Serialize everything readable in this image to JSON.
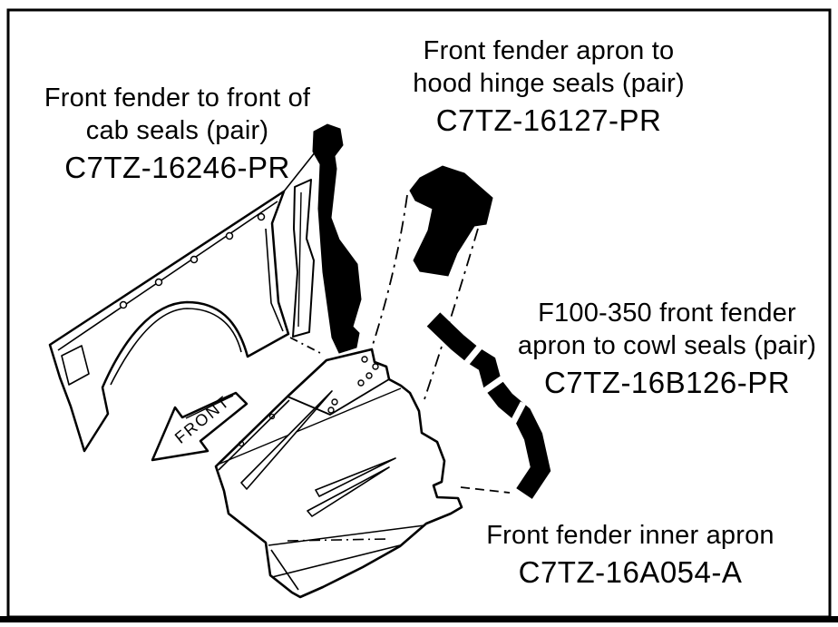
{
  "page": {
    "background_color": "#ffffff",
    "line_color": "#000000"
  },
  "labels": {
    "cab_seals": {
      "line1": "Front fender to front of",
      "line2": "cab seals (pair)",
      "part_number": "C7TZ-16246-PR"
    },
    "hood_hinge_seals": {
      "line1": "Front fender apron to",
      "line2": "hood hinge seals (pair)",
      "part_number": "C7TZ-16127-PR"
    },
    "cowl_seals": {
      "line1": "F100-350 front fender",
      "line2": "apron to cowl seals (pair)",
      "part_number": "C7TZ-16B126-PR"
    },
    "inner_apron": {
      "line1": "Front fender inner apron",
      "part_number": "C7TZ-16A054-A"
    },
    "direction_arrow": "FRONT"
  }
}
